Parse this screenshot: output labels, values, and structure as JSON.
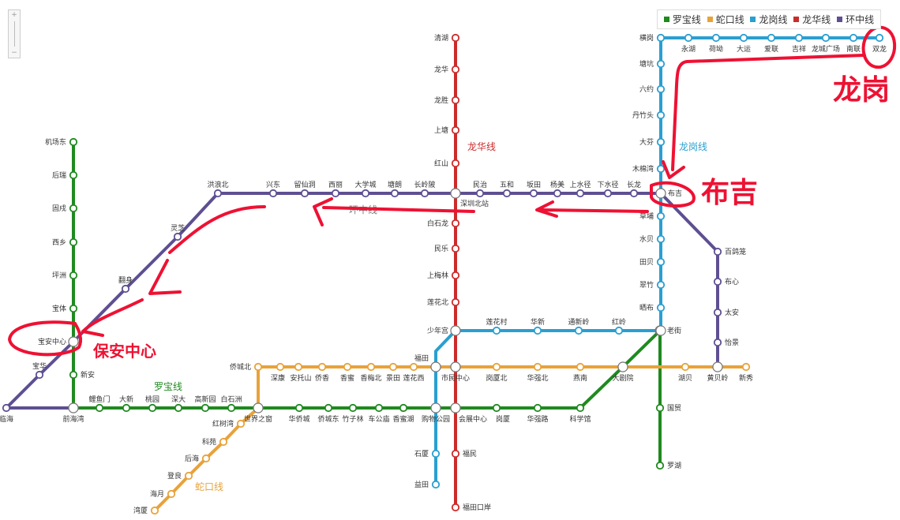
{
  "legend": [
    {
      "label": "罗宝线",
      "color": "#1f8a1f"
    },
    {
      "label": "蛇口线",
      "color": "#e8a23a"
    },
    {
      "label": "龙岗线",
      "color": "#2a9fd0"
    },
    {
      "label": "龙华线",
      "color": "#cc2b2b"
    },
    {
      "label": "环中线",
      "color": "#5e4f92"
    }
  ],
  "zoom_control": {
    "plus": "+",
    "minus": "−"
  },
  "lines": [
    {
      "id": "luobao",
      "label": "罗宝线",
      "color": "#1f8a1f",
      "stations": [
        "机场东",
        "后瑞",
        "固戍",
        "西乡",
        "坪洲",
        "宝体",
        "宝安中心",
        "新安",
        "前海湾",
        "鲤鱼门",
        "大新",
        "桃园",
        "深大",
        "高新园",
        "白石洲",
        "世界之窗",
        "华侨城",
        "侨城东",
        "竹子林",
        "车公庙",
        "香蜜湖",
        "购物公园",
        "会展中心",
        "岗厦",
        "华强路",
        "科学馆",
        "大剧院",
        "老街",
        "国贸",
        "罗湖"
      ]
    },
    {
      "id": "shekou",
      "label": "蛇口线",
      "color": "#e8a23a",
      "stations": [
        "新秀",
        "黄贝岭",
        "湖贝",
        "大剧院",
        "燕南",
        "华强北",
        "岗厦北",
        "市民中心",
        "福田",
        "莲花西",
        "景田",
        "香梅北",
        "香蜜",
        "侨香",
        "安托山",
        "深康",
        "侨城北",
        "世界之窗",
        "红树湾",
        "科苑",
        "后海",
        "登良",
        "海月",
        "湾厦"
      ]
    },
    {
      "id": "longgang",
      "label": "龙岗线",
      "color": "#2a9fd0",
      "stations": [
        "双龙",
        "南联",
        "龙城广场",
        "吉祥",
        "爱联",
        "大运",
        "荷坳",
        "永湖",
        "横岗",
        "塘坑",
        "六约",
        "丹竹头",
        "大芬",
        "木棉湾",
        "布吉",
        "草埔",
        "水贝",
        "田贝",
        "翠竹",
        "晒布",
        "老街",
        "红岭",
        "通新岭",
        "华新",
        "莲花村",
        "少年宫",
        "福田",
        "购物公园",
        "石厦",
        "益田"
      ]
    },
    {
      "id": "longhua",
      "label": "龙华线",
      "color": "#cc2b2b",
      "stations": [
        "清湖",
        "龙华",
        "龙胜",
        "上塘",
        "红山",
        "深圳北站",
        "白石龙",
        "民乐",
        "上梅林",
        "莲花北",
        "少年宫",
        "福田",
        "市民中心",
        "会展中心",
        "福民",
        "福田口岸"
      ]
    },
    {
      "id": "huanzhong",
      "label": "环中线",
      "color": "#5e4f92",
      "stations": [
        "布吉",
        "长龙",
        "下水径",
        "上水径",
        "杨美",
        "坂田",
        "五和",
        "民治",
        "深圳北站",
        "长岭陂",
        "塘朗",
        "大学城",
        "西丽",
        "留仙洞",
        "兴东",
        "洪浪北",
        "灵芝",
        "翻身",
        "宝安中心",
        "宝华",
        "临海",
        "前海湾",
        "百鸽笼",
        "布心",
        "太安",
        "怡景",
        "黄贝岭"
      ]
    }
  ],
  "annotations": {
    "color": "#ee1133",
    "labels": [
      "龙岗",
      "布吉",
      "保安中心"
    ]
  }
}
